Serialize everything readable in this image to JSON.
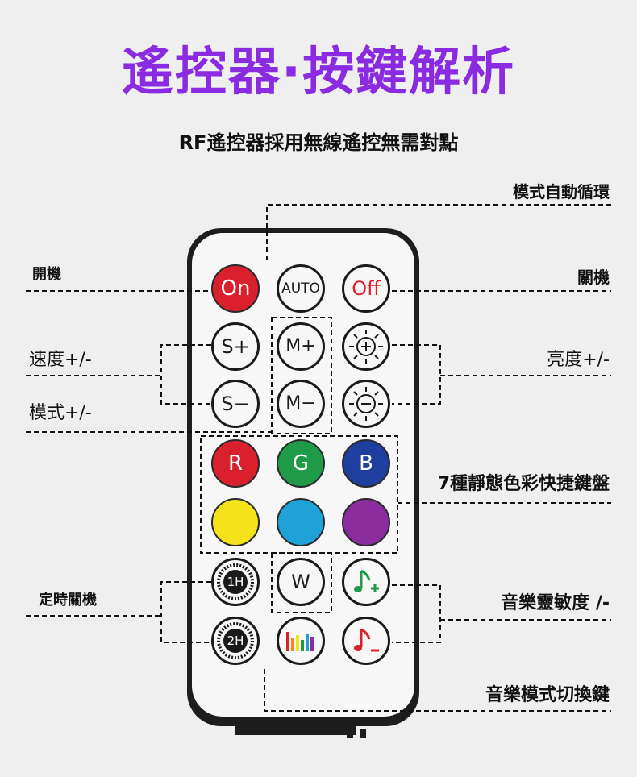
{
  "title": "遙控器·按鍵解析",
  "subtitle": "RF遙控器採用無線遙控無需對點",
  "labels": {
    "auto_cycle": "模式自動循環",
    "power_on": "開機",
    "power_off": "關機",
    "speed": "速度+/-",
    "brightness": "亮度+/-",
    "mode": "模式+/-",
    "static_colors": "7種靜態色彩快捷鍵盤",
    "timer": "定時關機",
    "sensitivity": "音樂靈敏度 /-",
    "music_mode": "音樂模式切換鍵"
  },
  "buttons": {
    "on": "On",
    "auto": "AUTO",
    "off": "Off",
    "speed_up": "S+",
    "mode_up": "M+",
    "speed_down": "S−",
    "mode_down": "M−",
    "red": "R",
    "green": "G",
    "blue": "B",
    "timer_1h": "1H",
    "white": "W",
    "timer_2h": "2H"
  },
  "colors": {
    "title": "#8a2be2",
    "on_button": "#d9202c",
    "off_button_text": "#d9202c",
    "red": "#d9202c",
    "green": "#1f9a47",
    "blue": "#1f3f9e",
    "yellow": "#f5e21b",
    "cyan": "#1ea2d8",
    "purple": "#8b2d9e",
    "music_green": "#1f9a47",
    "music_red": "#d9202c"
  },
  "icons": [
    "sun-plus-icon",
    "sun-minus-icon",
    "music-note-plus-icon",
    "music-note-minus-icon",
    "equalizer-icon"
  ]
}
